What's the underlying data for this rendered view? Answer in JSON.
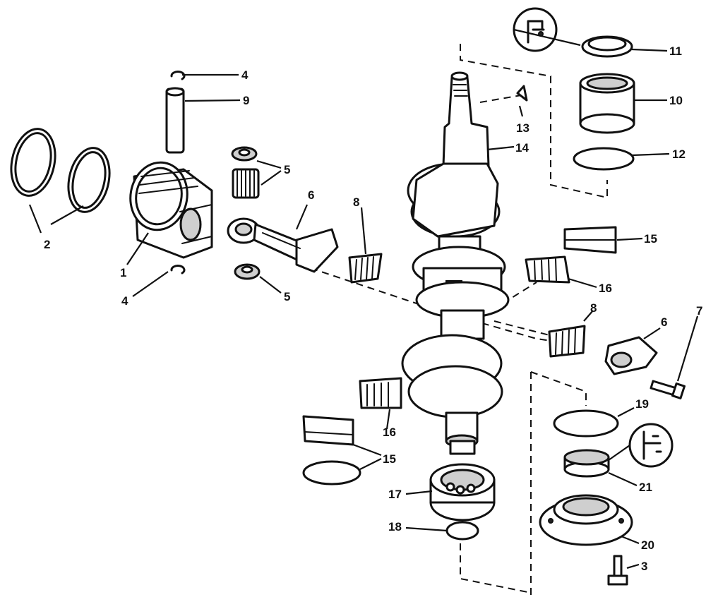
{
  "callouts": {
    "n1": "1",
    "n2": "2",
    "n3": "3",
    "n4a": "4",
    "n4b": "4",
    "n5a": "5",
    "n5b": "5",
    "n6a": "6",
    "n6b": "6",
    "n7": "7",
    "n8a": "8",
    "n8b": "8",
    "n9": "9",
    "n10": "10",
    "n11": "11",
    "n12": "12",
    "n13": "13",
    "n14": "14",
    "n15a": "15",
    "n15b": "15",
    "n16a": "16",
    "n16b": "16",
    "n17": "17",
    "n18": "18",
    "n19": "19",
    "n20": "20",
    "n21": "21"
  },
  "symbols": [
    "seal-lip-icon",
    "grease-gun-icon"
  ]
}
